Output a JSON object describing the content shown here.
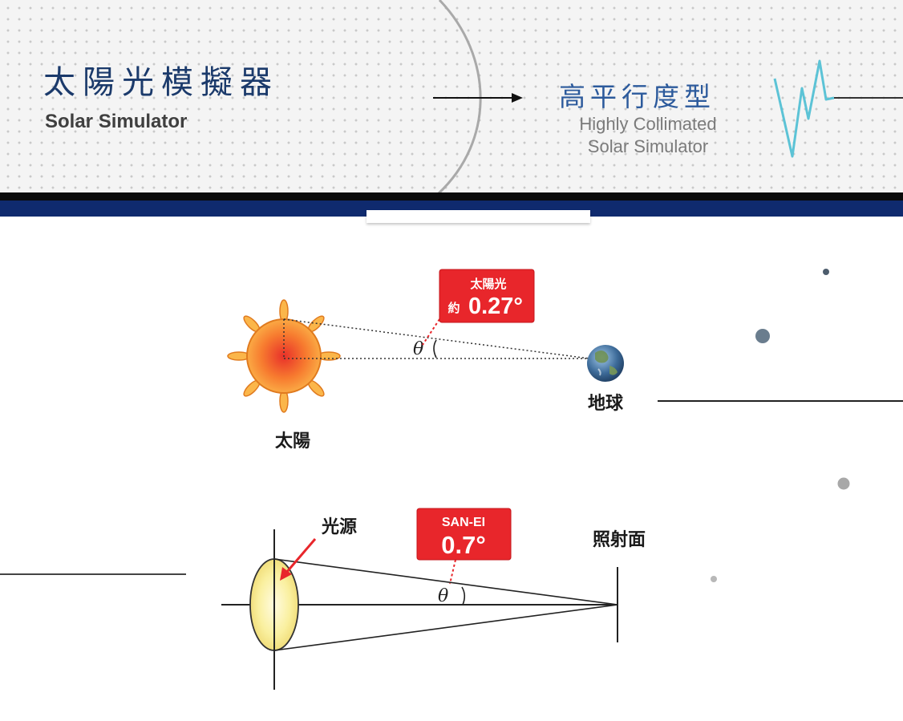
{
  "header": {
    "title_zh": "太陽光模擬器",
    "title_en": "Solar Simulator",
    "subtitle_zh": "高平行度型",
    "subtitle_en_line1": "Highly Collimated",
    "subtitle_en_line2": "Solar Simulator"
  },
  "diagram_top": {
    "sun_label": "太陽",
    "earth_label": "地球",
    "badge_line1": "太陽光",
    "badge_prefix": "約",
    "badge_value": "0.27°",
    "angle_symbol": "θ"
  },
  "diagram_bottom": {
    "source_label": "光源",
    "target_label": "照射面",
    "badge_line1": "SAN-EI",
    "badge_value": "0.7°",
    "angle_symbol": "θ"
  },
  "colors": {
    "navy": "#0f2a6e",
    "title_blue": "#1b3a6b",
    "subtitle_blue": "#2c5a9c",
    "badge_red": "#e8262b",
    "waveform_cyan": "#5cc3d6",
    "sun_orange": "#f7a23a",
    "lens_yellow": "#f6ec8c"
  },
  "icons": {
    "sun": "sun-icon",
    "earth": "earth-globe-icon",
    "waveform": "zigzag-waveform-icon",
    "arrow": "right-arrow-icon"
  }
}
